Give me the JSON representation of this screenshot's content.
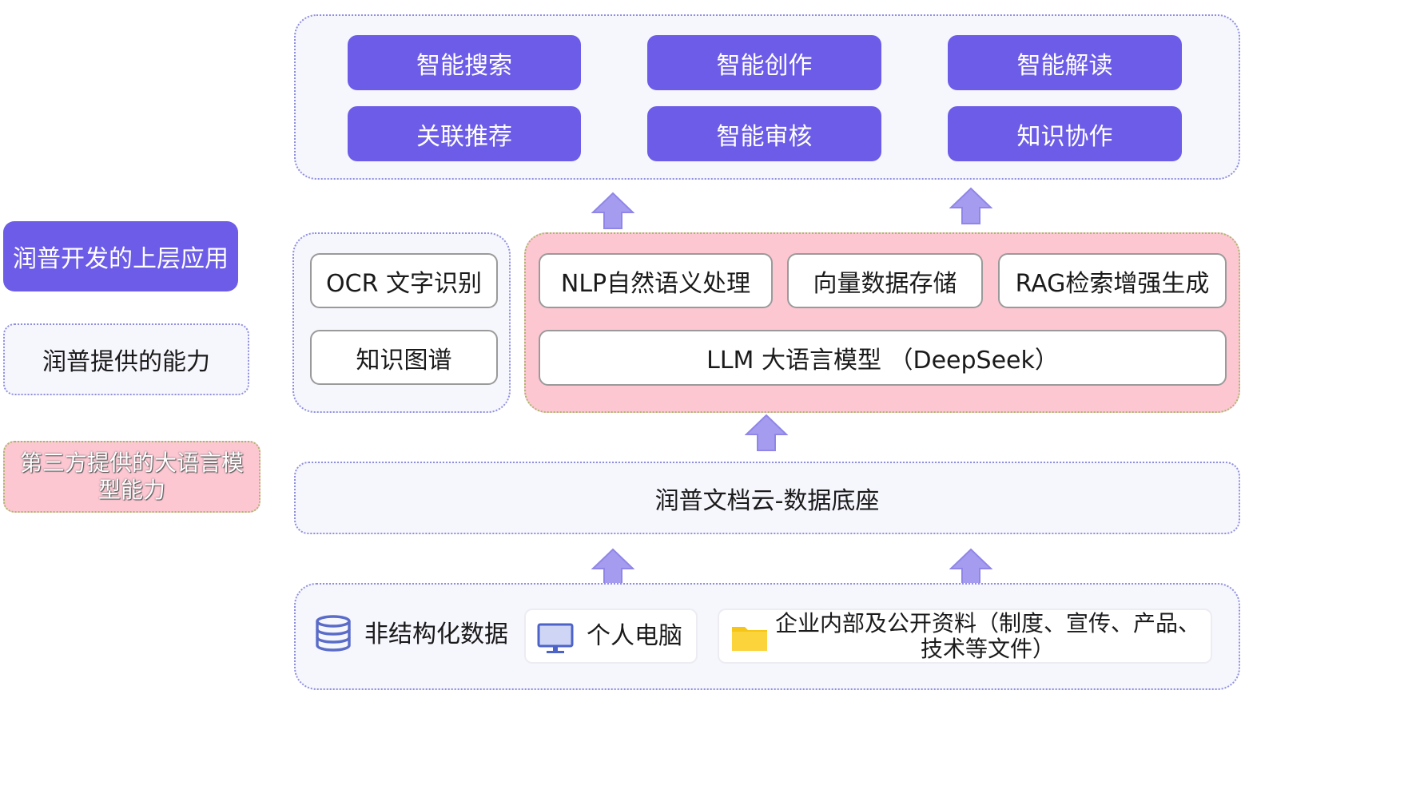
{
  "legend": {
    "upper_apps": "润普开发的上层应用",
    "runpu_capabilities": "润普提供的能力",
    "third_party_llm": "第三方提供的大语言模型能力"
  },
  "apps": {
    "row1": [
      "智能搜索",
      "智能创作",
      "智能解读"
    ],
    "row2": [
      "关联推荐",
      "智能审核",
      "知识协作"
    ]
  },
  "capabilities": {
    "ocr": "OCR 文字识别",
    "kg": "知识图谱"
  },
  "llm": {
    "nlp": "NLP自然语义处理",
    "vector": "向量数据存储",
    "rag": "RAG检索增强生成",
    "model": "LLM 大语言模型 （DeepSeek）"
  },
  "data_base": "润普文档云-数据底座",
  "sources": {
    "unstructured": "非结构化数据",
    "pc": "个人电脑",
    "enterprise": "企业内部及公开资料（制度、宣传、产品、技术等文件）"
  },
  "colors": {
    "purple": "#6c5ce7",
    "pink": "#fdc7d2",
    "arrow": "#a59cf0"
  },
  "icons": {
    "database": "database-icon",
    "monitor": "monitor-icon",
    "folder": "folder-icon",
    "arrow": "up-arrow-icon"
  }
}
